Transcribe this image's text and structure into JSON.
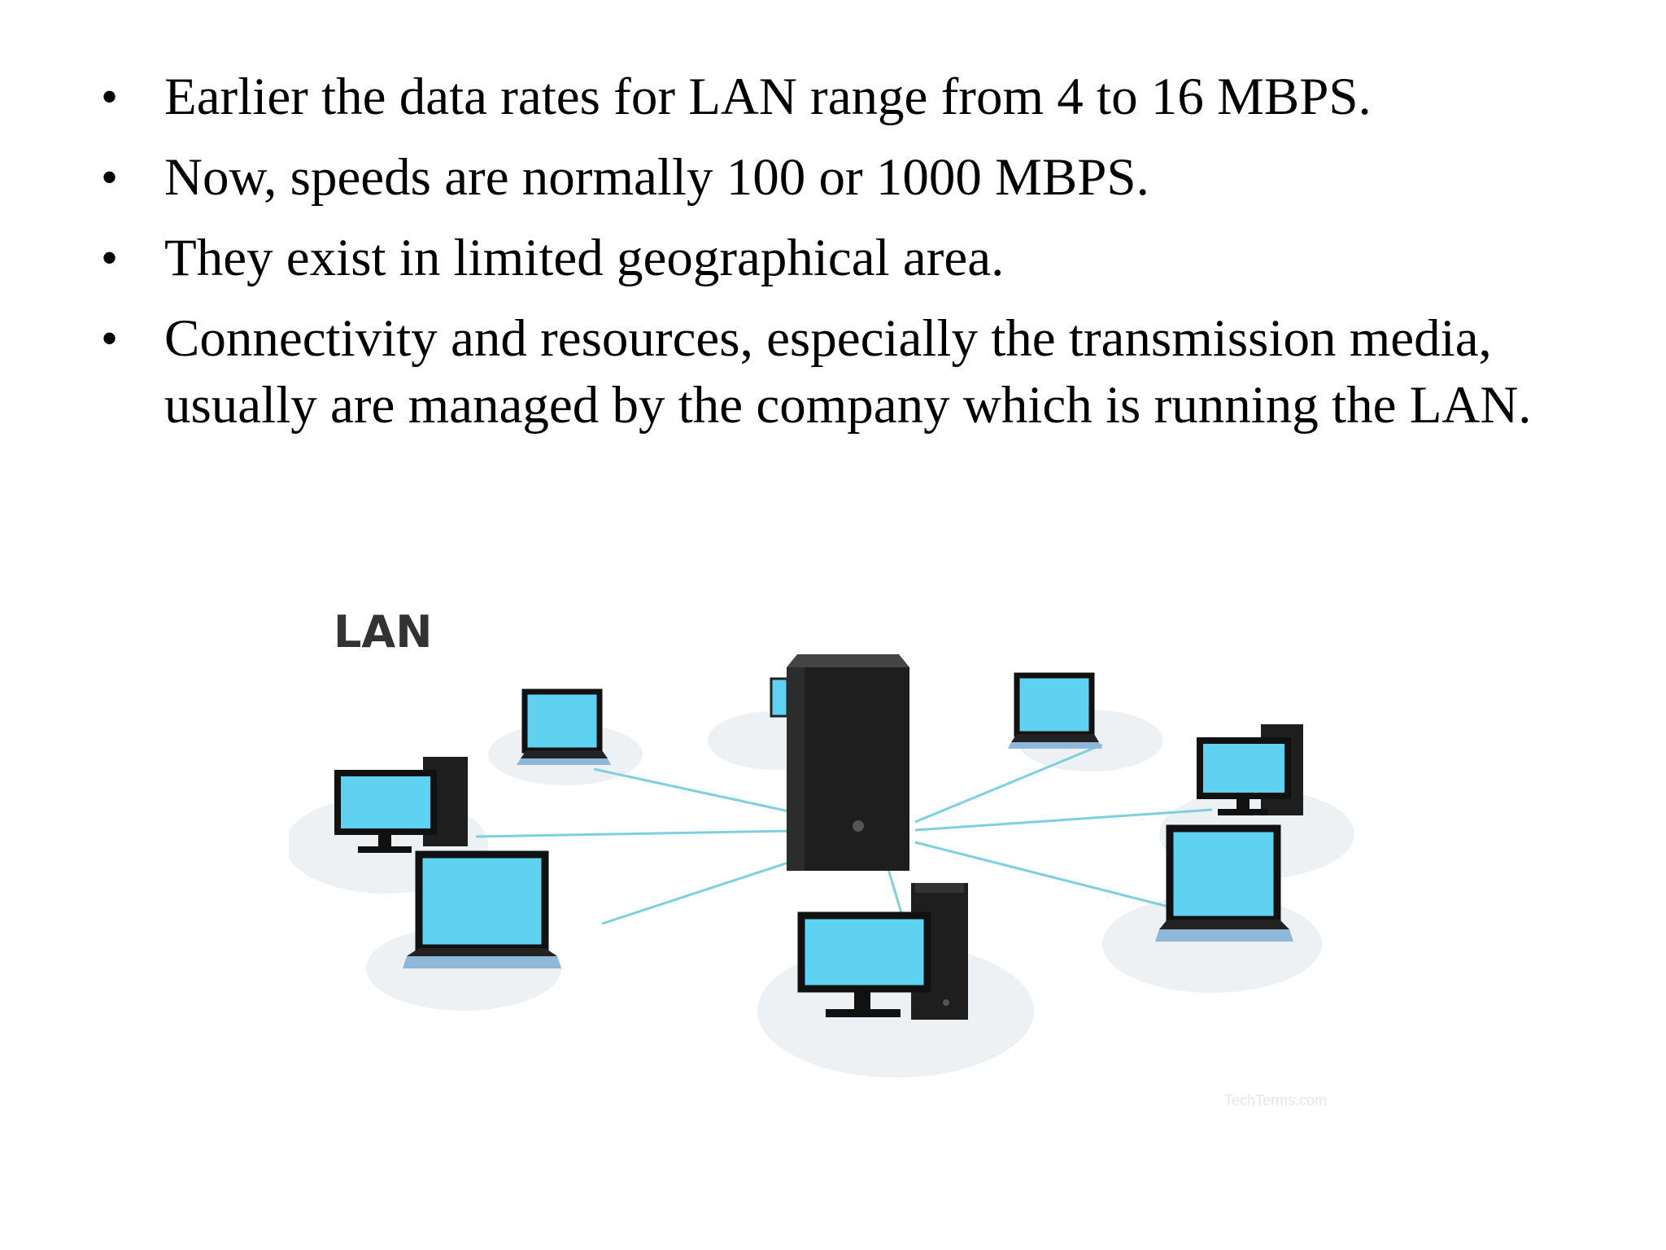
{
  "bullets": [
    "Earlier the data rates for LAN range from 4 to 16 MBPS.",
    "Now, speeds are normally 100 or 1000 MBPS.",
    "They exist in limited geographical area.",
    "Connectivity and resources, especially the transmission media, usually are managed by the company which is running the LAN."
  ],
  "bullet_symbol": "•",
  "diagram": {
    "title": "LAN",
    "watermark": "TechTerms.com",
    "colors": {
      "screen": "#5fd2f2",
      "device_body": "#1e1e1e",
      "cable": "#7fd0de",
      "shadow": "#eef1f4"
    }
  }
}
